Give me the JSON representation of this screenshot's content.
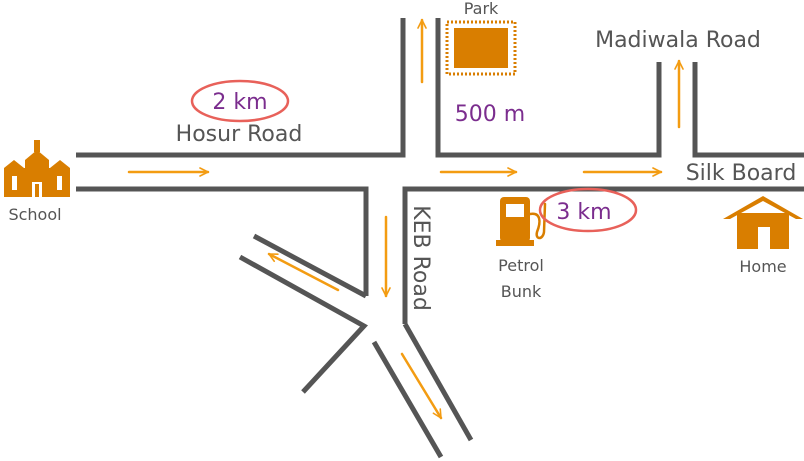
{
  "roads": {
    "hosur": "Hosur Road",
    "madiwala": "Madiwala Road",
    "silk_board": "Silk Board",
    "keb": "KEB Road"
  },
  "places": {
    "school": "School",
    "park": "Park",
    "home": "Home",
    "petrol_line1": "Petrol",
    "petrol_line2": "Bunk"
  },
  "distances": {
    "hosur": "2 km",
    "park": "500 m",
    "silk": "3 km"
  },
  "colors": {
    "road": "#555555",
    "arrow": "#f39c12",
    "icon": "#d97e00",
    "distance_text": "#7b2d8e",
    "highlight_ring": "#e8615a",
    "label": "#555555"
  },
  "icons": {
    "school": "school-building-icon",
    "park": "park-icon",
    "home": "house-icon",
    "petrol": "fuel-pump-icon"
  }
}
